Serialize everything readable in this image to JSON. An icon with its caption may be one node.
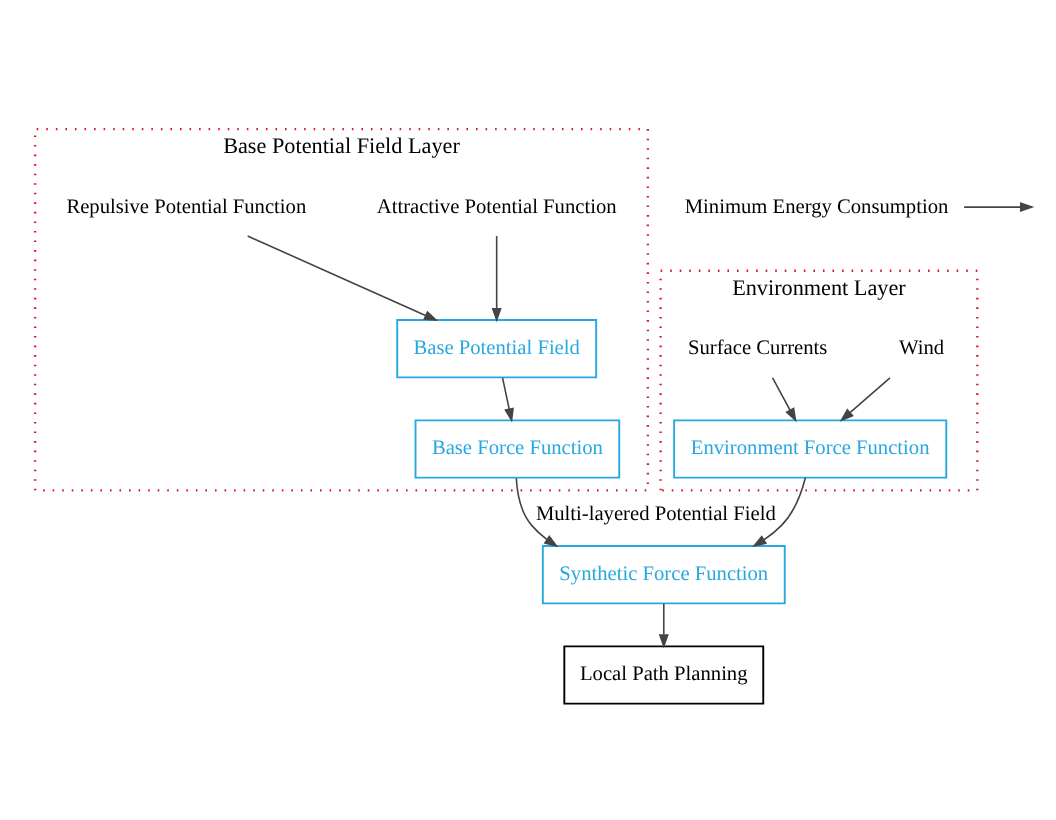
{
  "diagram": {
    "nodes": [
      {
        "text": [
          "Base Potential Field Layer"
        ]
      },
      {
        "text": [
          "Attractive Potential Function"
        ],
        "in": 0
      },
      {
        "text": [
          "Repulsive Potential Function"
        ],
        "in": 0
      },
      {
        "text": [
          "Base Potential Field"
        ],
        "in": 0
      },
      {
        "text": [
          "Base Force Function"
        ],
        "in": 0
      },
      {
        "text": [
          "Environment Layer"
        ]
      },
      {
        "text": [
          "Wind"
        ],
        "in": 5
      },
      {
        "text": [
          "Surface Currents"
        ],
        "in": 5
      },
      {
        "text": [
          "Environment Force Function"
        ],
        "in": 5
      },
      {
        "text": [
          "Synthetic Force Function"
        ]
      },
      {
        "text": [
          "Local Path Planning"
        ]
      },
      {
        "text": [
          "Minimum Energy Consumption"
        ]
      }
    ],
    "edges": [
      {
        "from": 1,
        "to": 3,
        "arrow": "to"
      },
      {
        "from": 2,
        "to": 3,
        "arrow": "to"
      },
      {
        "from": 3,
        "to": 4,
        "arrow": "to"
      },
      {
        "from": 6,
        "to": 8,
        "arrow": "to"
      },
      {
        "from": 7,
        "to": 8,
        "arrow": "to"
      },
      {
        "from": 4,
        "to": 9,
        "arrow": "to",
        "label": "Multi-layered Potential Field"
      },
      {
        "from": 8,
        "to": 9,
        "arrow": "to"
      },
      {
        "from": 9,
        "to": 10,
        "arrow": "to"
      },
      {
        "from": 11,
        "to": null,
        "arrow": "to"
      }
    ]
  }
}
